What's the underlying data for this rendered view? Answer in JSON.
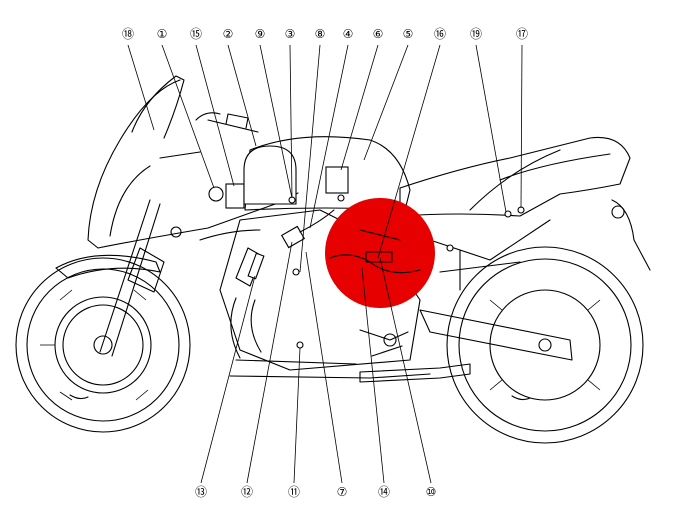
{
  "callouts_top": [
    "⑱",
    "①",
    "⑮",
    "②",
    "⑨",
    "③",
    "⑧",
    "④",
    "⑥",
    "⑤",
    "⑯",
    "⑲",
    "⑰"
  ],
  "callouts_bottom": [
    "⑬",
    "⑫",
    "⑪",
    "⑦",
    "⑭",
    "⑩"
  ],
  "highlight_color": "#e60000"
}
